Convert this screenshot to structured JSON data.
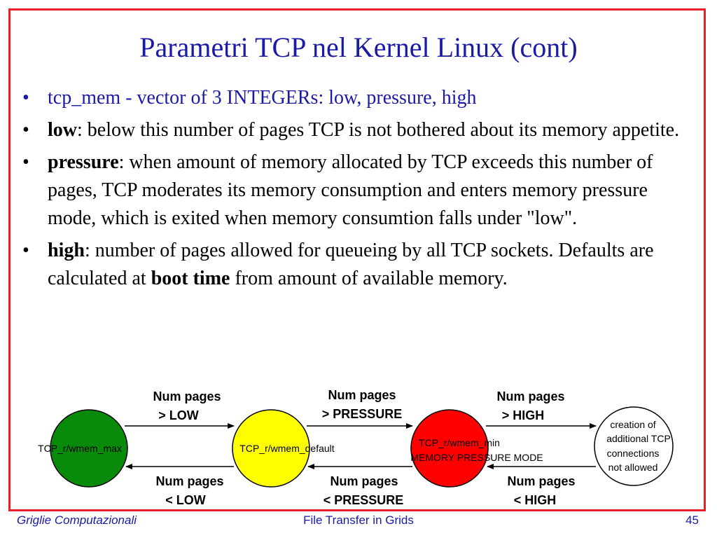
{
  "title": "Parametri TCP nel Kernel Linux (cont)",
  "bullets": [
    {
      "prefix": "tcp_mem - vector of 3 INTEGERs: low, pressure, high"
    },
    {
      "bold": "low",
      "text": ": below this number of pages TCP is not bothered about its memory appetite."
    },
    {
      "bold": "pressure",
      "text": ": when amount of memory allocated by TCP exceeds this number of pages, TCP moderates its memory consumption and enters memory pressure mode, which is exited when memory consumtion falls under \"low\"."
    },
    {
      "bold": "high",
      "text1": ": number of pages allowed for queueing by all TCP sockets. Defaults are calculated at ",
      "bold2": "boot time",
      "text2": " from amount of available memory."
    }
  ],
  "diagram": {
    "states": [
      {
        "label": "TCP_r/wmem_max",
        "color": "#0a8a0a"
      },
      {
        "label": "TCP_r/wmem_default",
        "color": "#ffff00"
      },
      {
        "label1": "TCP_r/wmem_min",
        "label2": "MEMORY PRESSURE MODE",
        "color": "#ff0000"
      },
      {
        "label1": "creation of",
        "label2": "additional TCP",
        "label3": "connections",
        "label4": "not allowed",
        "color": "#ffffff"
      }
    ],
    "top_labels": [
      {
        "l1": "Num pages",
        "l2": "> LOW"
      },
      {
        "l1": "Num pages",
        "l2": "> PRESSURE"
      },
      {
        "l1": "Num pages",
        "l2": "> HIGH"
      }
    ],
    "bottom_labels": [
      {
        "l1": "Num pages",
        "l2": "< LOW"
      },
      {
        "l1": "Num pages",
        "l2": "< PRESSURE"
      },
      {
        "l1": "Num pages",
        "l2": "< HIGH"
      }
    ]
  },
  "footer": {
    "left": "Griglie Computazionali",
    "center": "File Transfer in Grids",
    "page": "45"
  }
}
